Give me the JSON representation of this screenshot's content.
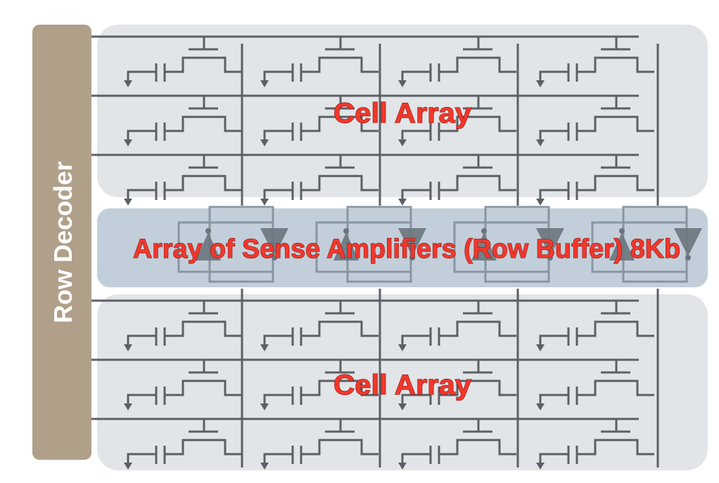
{
  "row_decoder": {
    "label": "Row Decoder"
  },
  "cell_array_top": {
    "label": "Cell Array"
  },
  "sense_amplifiers": {
    "label": "Array of Sense Amplifiers (Row Buffer) 8Kb"
  },
  "cell_array_bottom": {
    "label": "Cell Array"
  },
  "colors": {
    "cell_region": "#e2e5e7",
    "sense_region": "#b7c7d3",
    "row_decoder": "#b0a089",
    "wire": "#5b6067",
    "amplifier": "#6a747c",
    "label": "#f2372c"
  }
}
